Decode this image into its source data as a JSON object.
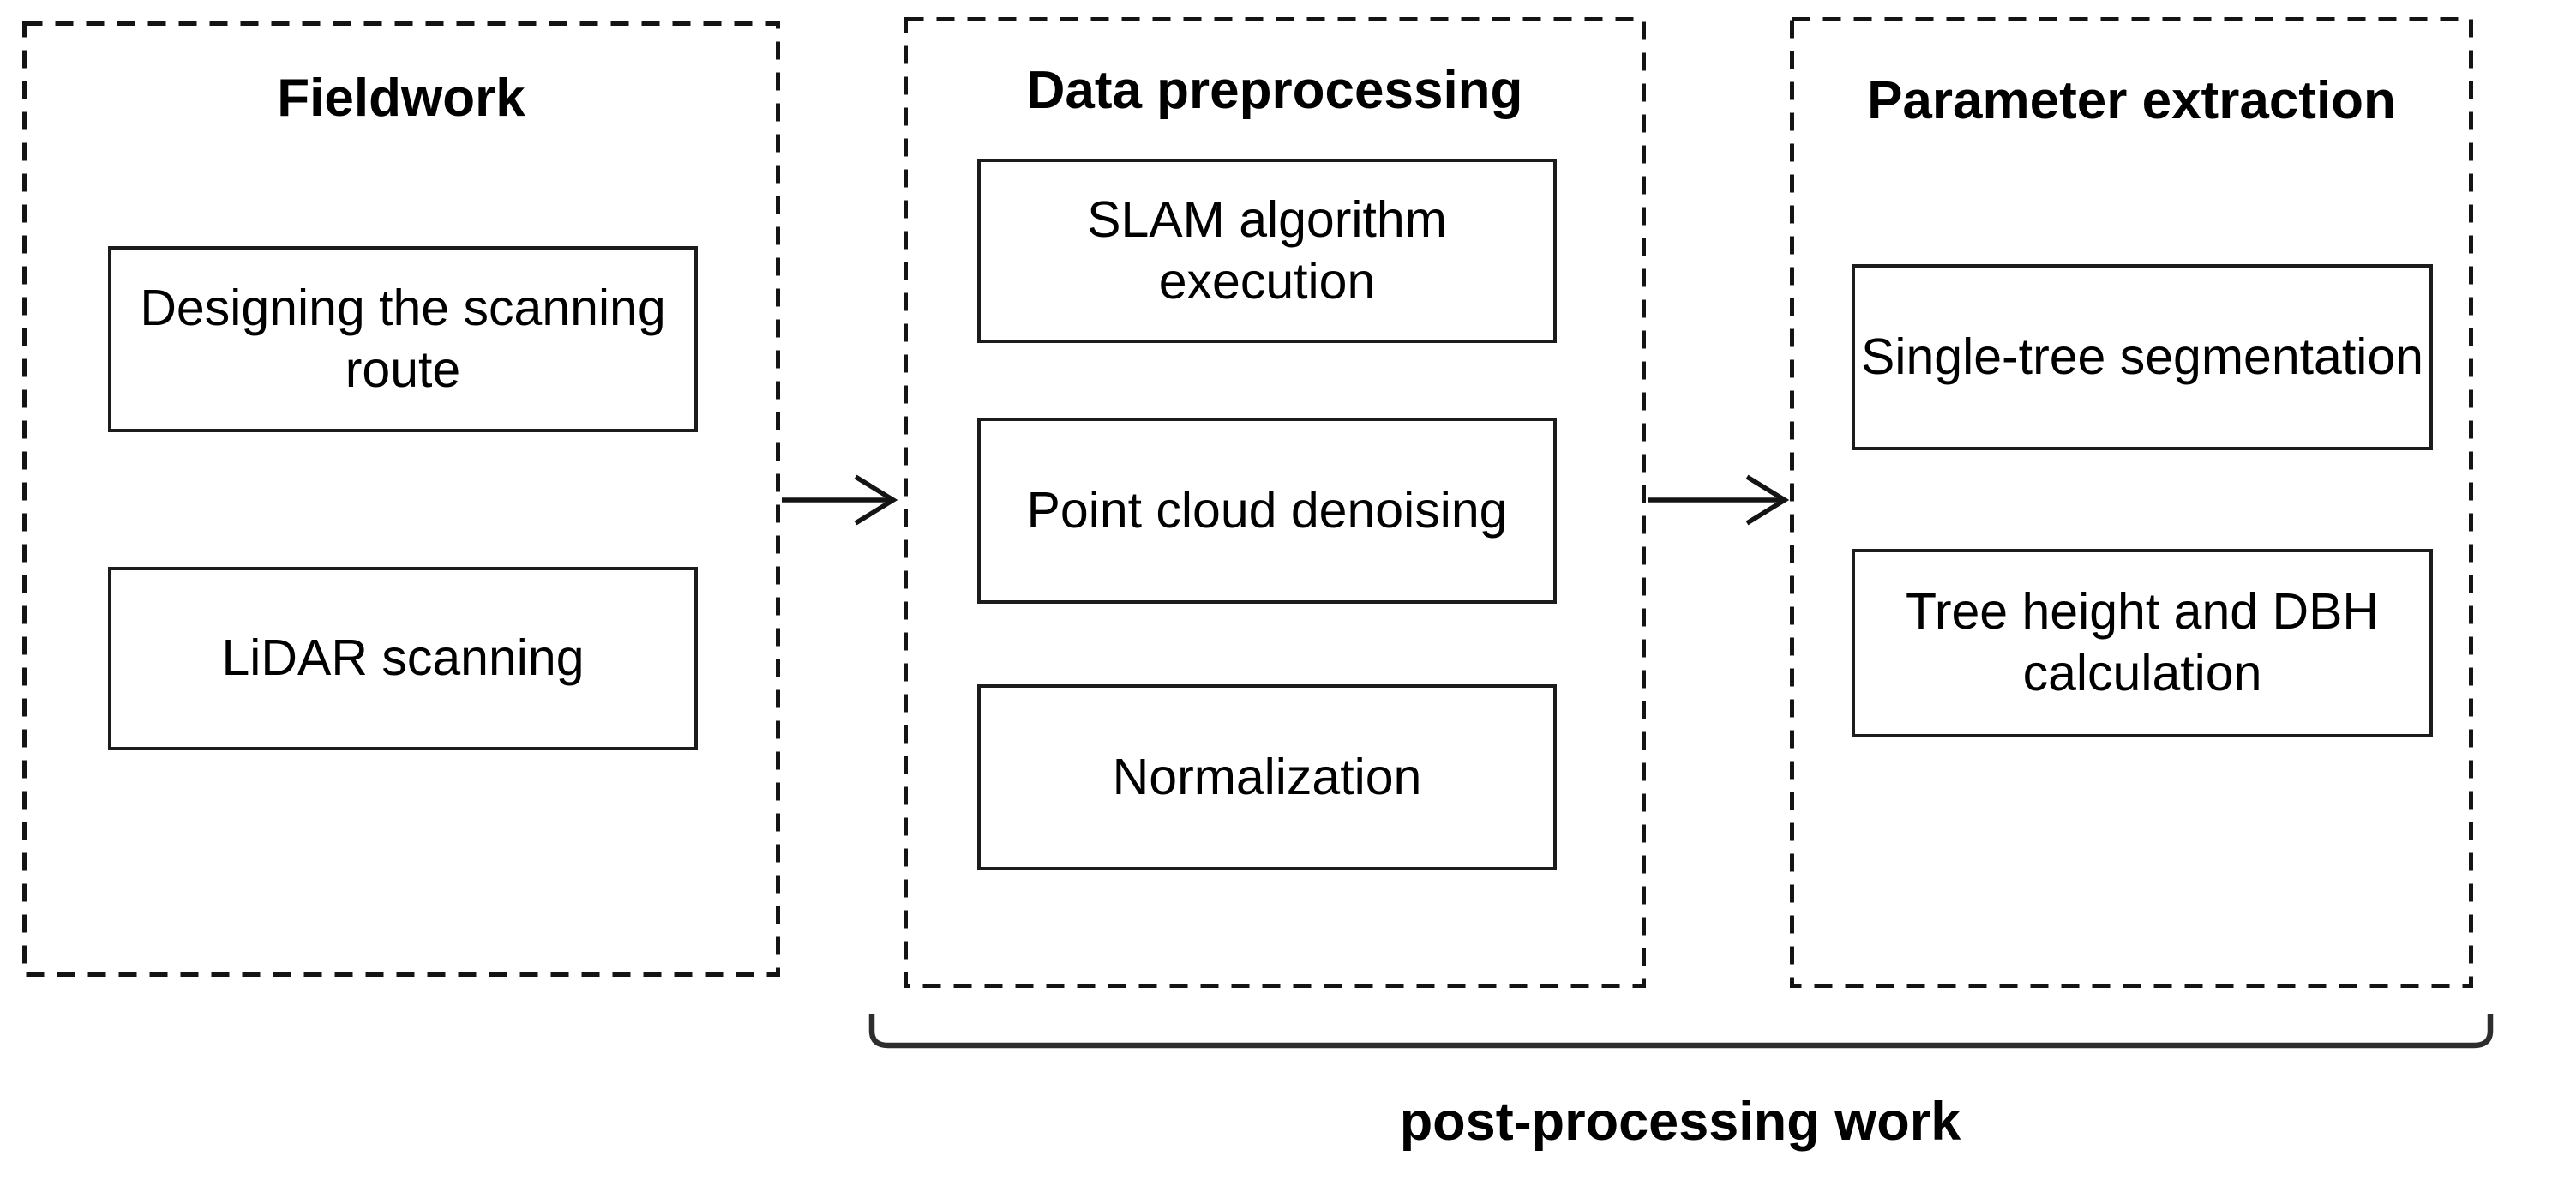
{
  "diagram": {
    "panels": [
      {
        "title": "Fieldwork",
        "boxes": [
          "Designing the scanning route",
          "LiDAR scanning"
        ]
      },
      {
        "title": "Data preprocessing",
        "boxes": [
          "SLAM algorithm execution",
          "Point cloud denoising",
          "Normalization"
        ]
      },
      {
        "title": "Parameter extraction",
        "boxes": [
          "Single-tree segmentation",
          "Tree height and DBH calculation"
        ]
      }
    ],
    "arrows": [
      {
        "from": "Fieldwork",
        "to": "Data preprocessing"
      },
      {
        "from": "Data preprocessing",
        "to": "Parameter extraction"
      }
    ],
    "bracket": {
      "label": "post-processing work",
      "spans": "Data preprocessing + Parameter extraction"
    },
    "colors": {
      "background": "#ffffff",
      "line": "#141414",
      "bracket": "#2e2e2e",
      "text": "#000000"
    }
  }
}
